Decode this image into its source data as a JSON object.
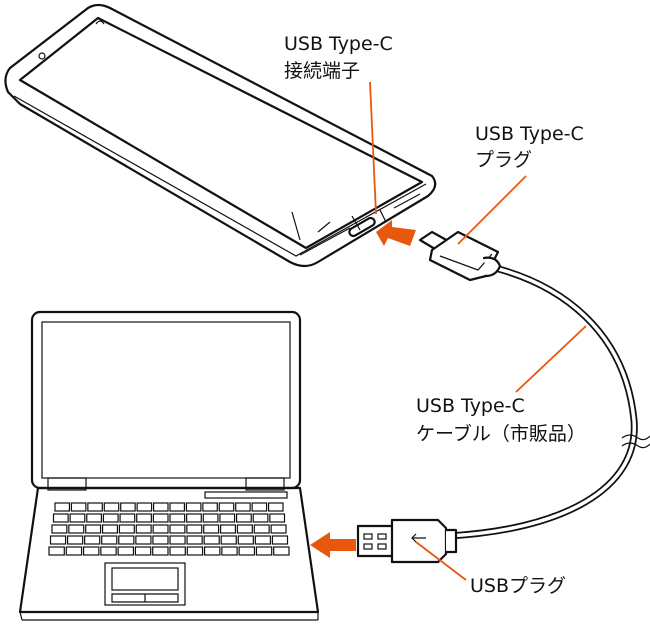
{
  "labels": {
    "port": {
      "line1": "USB Type-C",
      "line2": "接続端子"
    },
    "plug_c": {
      "line1": "USB Type-C",
      "line2": "プラグ"
    },
    "cable": {
      "line1": "USB Type-C",
      "line2": "ケーブル（市販品）"
    },
    "plug_usb": {
      "line1": "USBプラグ"
    }
  },
  "colors": {
    "accent": "#e8580c",
    "line": "#111111"
  }
}
